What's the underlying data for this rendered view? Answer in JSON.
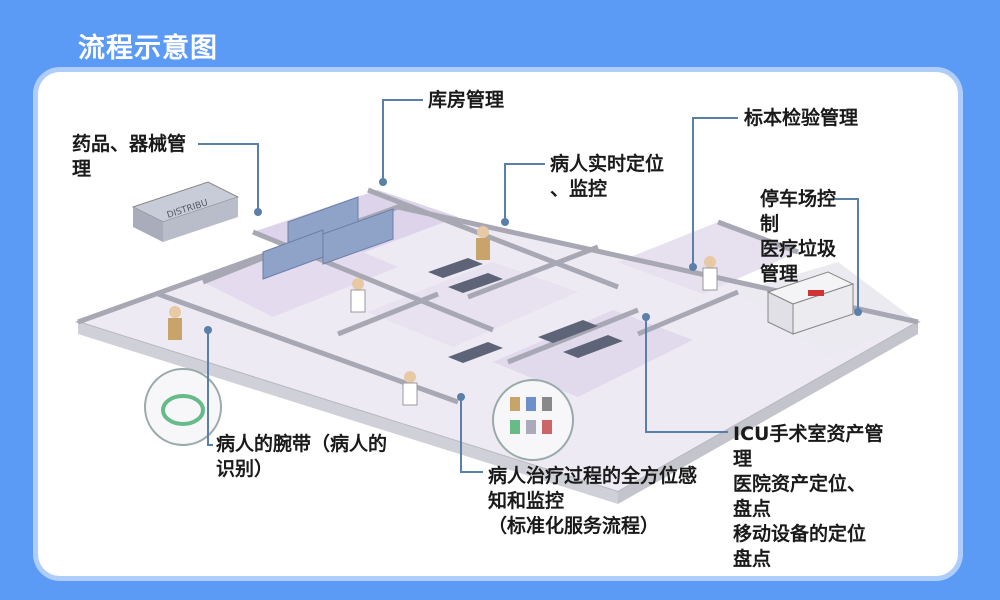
{
  "header": {
    "title": "流程示意图"
  },
  "labels": {
    "warehouse": "库房管理",
    "medicine": "药品、器械管\n理",
    "realtime": "病人实时定位\n、监控",
    "specimen": "标本检验管理",
    "parking": "停车场控\n制\n医疗垃圾\n管理",
    "wristband": "病人的腕带（病人的\n识别）",
    "treatment": "病人治疗过程的全方位感\n知和监控\n（标准化服务流程）",
    "icu": "ICU手术室资产管\n理\n医院资产定位、\n盘点\n移动设备的定位\n 盘点"
  },
  "colors": {
    "background": "#5b9af5",
    "panel": "#ffffff",
    "floor": "#eeeaf3",
    "floor_zone": "#ddd3ea",
    "walls": "#b8b8c2",
    "leader": "#5a7fa8"
  }
}
